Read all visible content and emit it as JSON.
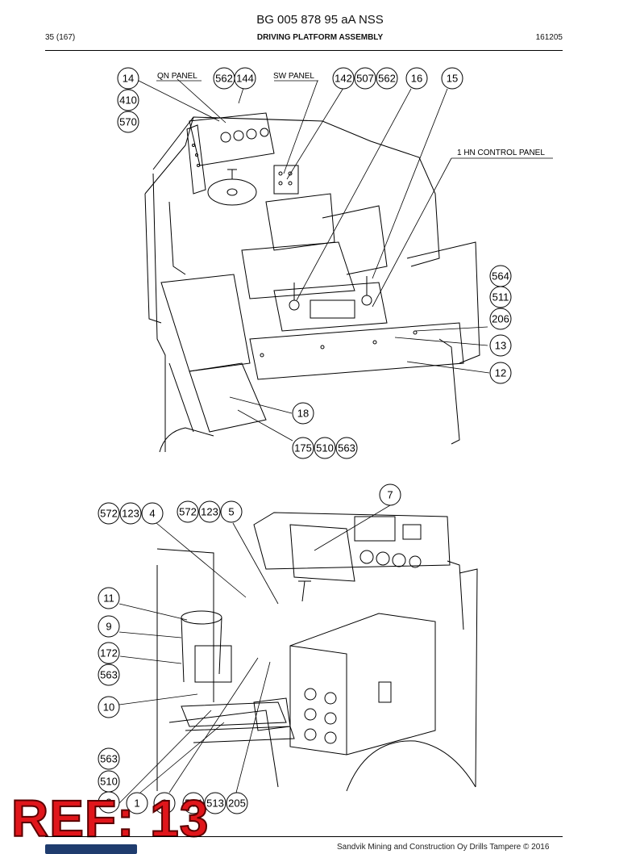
{
  "document": {
    "title": "BG 005 878 95 aA NSS",
    "page_ref": "35 (167)",
    "section_title": "DRIVING PLATFORM ASSEMBLY",
    "date_code": "161205"
  },
  "figure_top": {
    "panel_labels": {
      "qn_panel": "QN PANEL",
      "sw_panel": "SW PANEL",
      "hn_panel": "1 HN CONTROL PANEL"
    },
    "callouts": {
      "c14": "14",
      "c410": "410",
      "c570": "570",
      "c562a": "562",
      "c144": "144",
      "c142": "142",
      "c507": "507",
      "c562b": "562",
      "c16": "16",
      "c15": "15",
      "c564": "564",
      "c511": "511",
      "c206": "206",
      "c13": "13",
      "c12": "12",
      "c18": "18",
      "c175": "175",
      "c510": "510",
      "c563": "563"
    }
  },
  "figure_bottom": {
    "callouts": {
      "c7": "7",
      "c572a": "572",
      "c123a": "123",
      "c4": "4",
      "c572b": "572",
      "c123b": "123",
      "c5": "5",
      "c11": "11",
      "c9": "9",
      "c172": "172",
      "c563a": "563",
      "c10": "10",
      "c563b": "563",
      "c510": "510",
      "c2": "2",
      "c1": "1",
      "c3": "3",
      "c564": "564",
      "c513": "513",
      "c205": "205"
    }
  },
  "stamp": {
    "text": "REF: 13"
  },
  "footer": {
    "copyright": "Sandvik Mining and Construction Oy Drills Tampere © 2016"
  }
}
